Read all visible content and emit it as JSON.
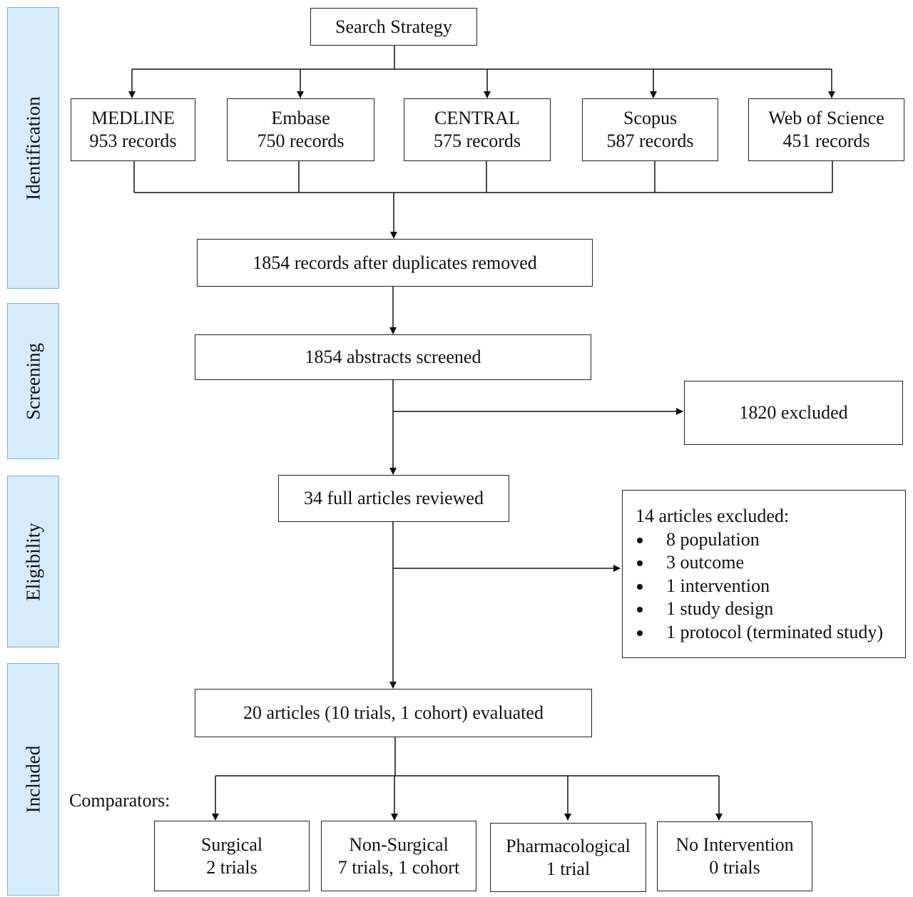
{
  "phases": {
    "identification": "Identification",
    "screening": "Screening",
    "eligibility": "Eligibility",
    "included": "Included"
  },
  "search_strategy": "Search Strategy",
  "databases": [
    {
      "name": "MEDLINE",
      "records": "953 records"
    },
    {
      "name": "Embase",
      "records": "750 records"
    },
    {
      "name": "CENTRAL",
      "records": "575 records"
    },
    {
      "name": "Scopus",
      "records": "587 records"
    },
    {
      "name": "Web of Science",
      "records": "451 records"
    }
  ],
  "after_duplicates": "1854 records after duplicates removed",
  "abstracts_screened": "1854 abstracts screened",
  "screening_excluded": "1820 excluded",
  "full_articles_reviewed": "34 full articles reviewed",
  "eligibility_excluded": {
    "heading": "14 articles excluded:",
    "items": [
      "8 population",
      "3 outcome",
      "1 intervention",
      "1 study design",
      "1 protocol (terminated study)"
    ]
  },
  "evaluated": "20 articles (10 trials, 1 cohort) evaluated",
  "comparators_label": "Comparators:",
  "comparators": [
    {
      "name": "Surgical",
      "count": "2 trials"
    },
    {
      "name": "Non-Surgical",
      "count": "7 trials, 1 cohort"
    },
    {
      "name": "Pharmacological",
      "count": "1 trial"
    },
    {
      "name": "No Intervention",
      "count": "0 trials"
    }
  ]
}
